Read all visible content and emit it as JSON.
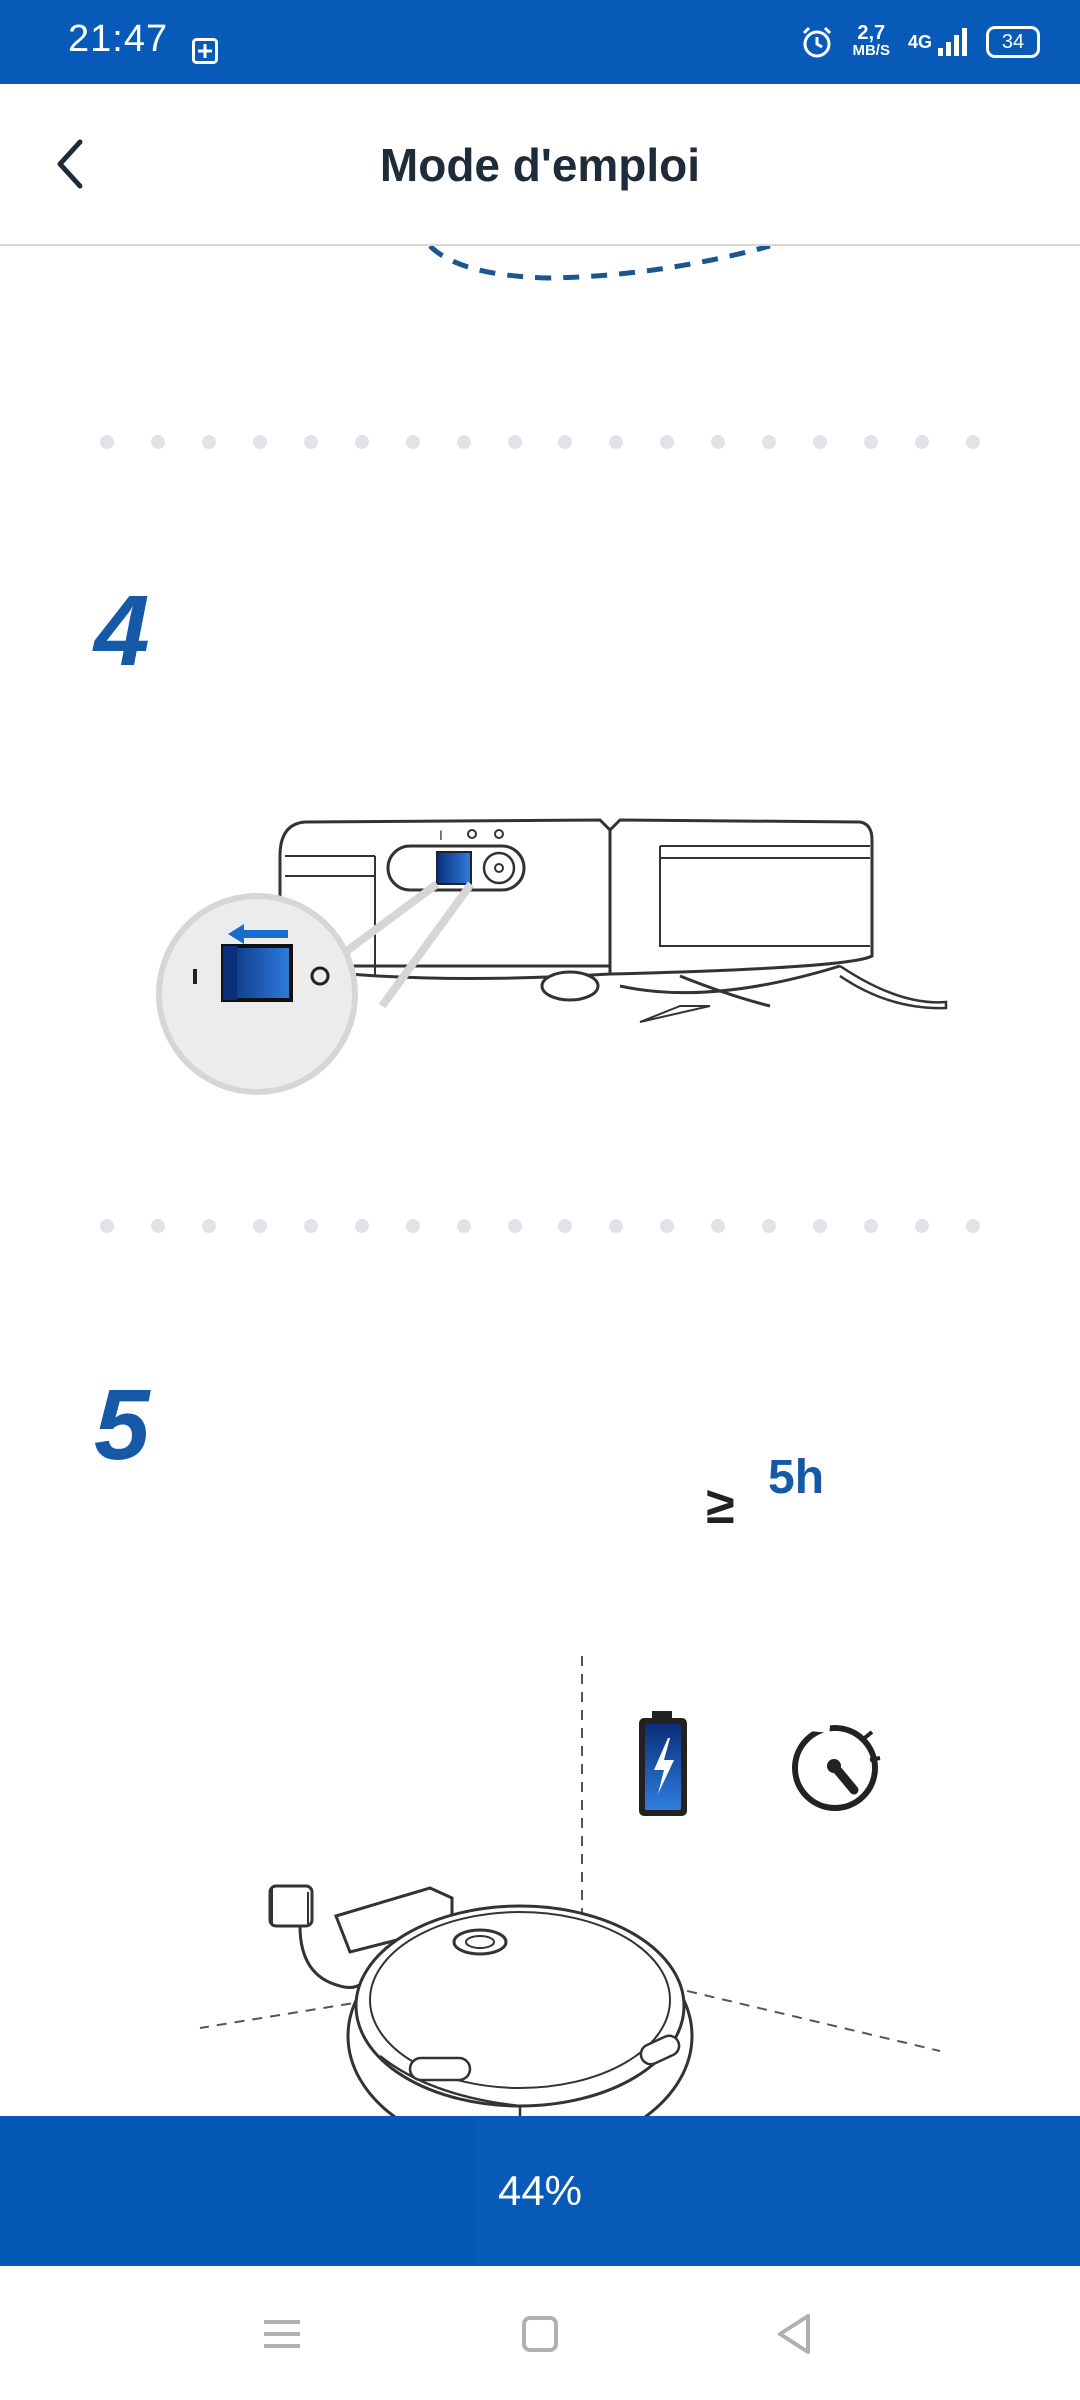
{
  "status_bar": {
    "time": "21:47",
    "speed_value": "2,7",
    "speed_unit": "MB/S",
    "network": "4G",
    "battery": "34"
  },
  "header": {
    "title": "Mode d'emploi"
  },
  "steps": [
    {
      "number": "4",
      "illustration": "robot-power-switch"
    },
    {
      "number": "5",
      "illustration": "robot-charging-dock",
      "charge_label": "5h",
      "comparator": "≥"
    }
  ],
  "progress": {
    "label": "44%",
    "value": 0.44
  },
  "colors": {
    "accent": "#075ab8",
    "title": "#1e2b39",
    "step_number": "#1659a6"
  },
  "nav": {
    "items": [
      "menu-icon",
      "home-icon",
      "back-triangle-icon"
    ]
  }
}
